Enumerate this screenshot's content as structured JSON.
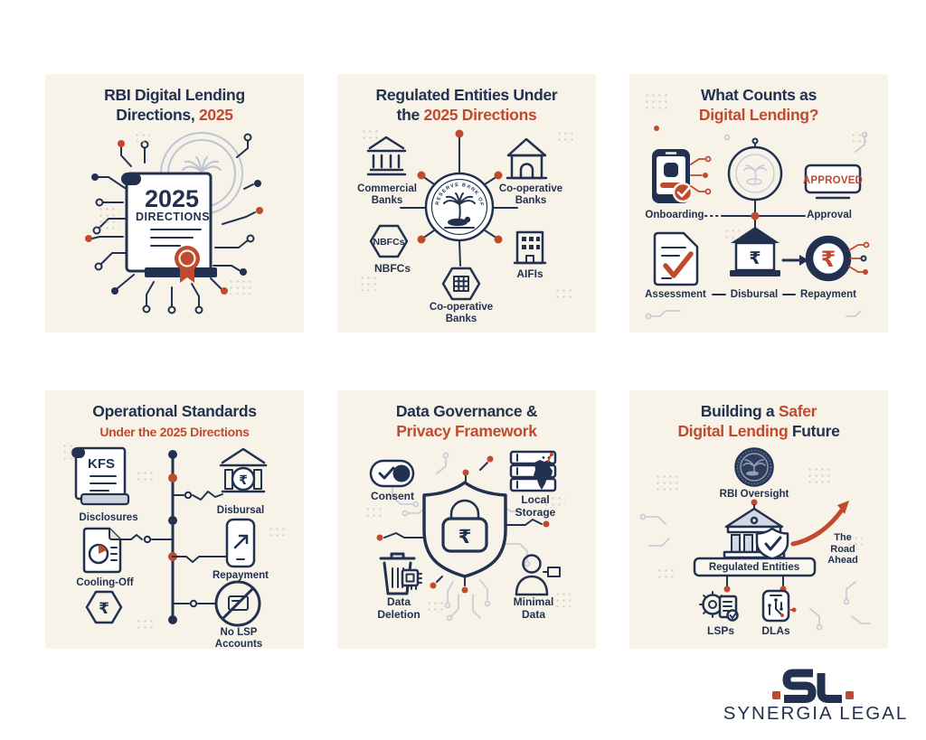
{
  "colors": {
    "navy": "#22314f",
    "red": "#bf4a2e",
    "cream": "#f8f3e9"
  },
  "rupee": "₹",
  "p1": {
    "t1": "RBI Digital Lending",
    "t2a": "Directions, ",
    "t2b": "2025",
    "doc_year": "2025",
    "doc_word": "DIRECTIONS"
  },
  "p2": {
    "t1": "Regulated Entities Under",
    "t2a": "the ",
    "t2b": "2025 Directions",
    "seal_text": "RESERVE BANK OF INDIA",
    "hex_text": "NBFCs",
    "labels": {
      "commercial": "Commercial\nBanks",
      "coop_top": "Co-operative\nBanks",
      "nbfc": "NBFCs",
      "aifi": "AIFIs",
      "coop_bottom": "Co-operative\nBanks"
    }
  },
  "p3": {
    "t1": "What Counts as",
    "t2": "Digital Lending?",
    "stamp": "APPROVED",
    "labels": {
      "onboarding": "Onboarding",
      "approval": "Approval",
      "assessment": "Assessment",
      "disbursal": "Disbursal",
      "repayment": "Repayment"
    }
  },
  "p4": {
    "t1": "Operational Standards",
    "t2": "Under the 2025 Directions",
    "kfs": "KFS",
    "labels": {
      "disclosures": "Disclosures",
      "cooling": "Cooling-Off",
      "disbursal": "Disbursal",
      "repayment": "Repayment",
      "nolsp": "No LSP Accounts"
    }
  },
  "p5": {
    "t1": "Data Governance &",
    "t2": "Privacy Framework",
    "labels": {
      "consent": "Consent",
      "local": "Local\nStorage",
      "deletion": "Data\nDeletion",
      "minimal": "Minimal\nData"
    }
  },
  "p6": {
    "t1a": "Building a ",
    "t1b": "Safer",
    "t2a": "Digital Lending ",
    "t2b": "Future",
    "labels": {
      "oversight": "RBI Oversight",
      "entities": "Regulated Entities",
      "road": "The\nRoad\nAhead",
      "lsps": "LSPs",
      "dlas": "DLAs"
    }
  },
  "logo": {
    "name": "SYNERGIA LEGAL"
  }
}
